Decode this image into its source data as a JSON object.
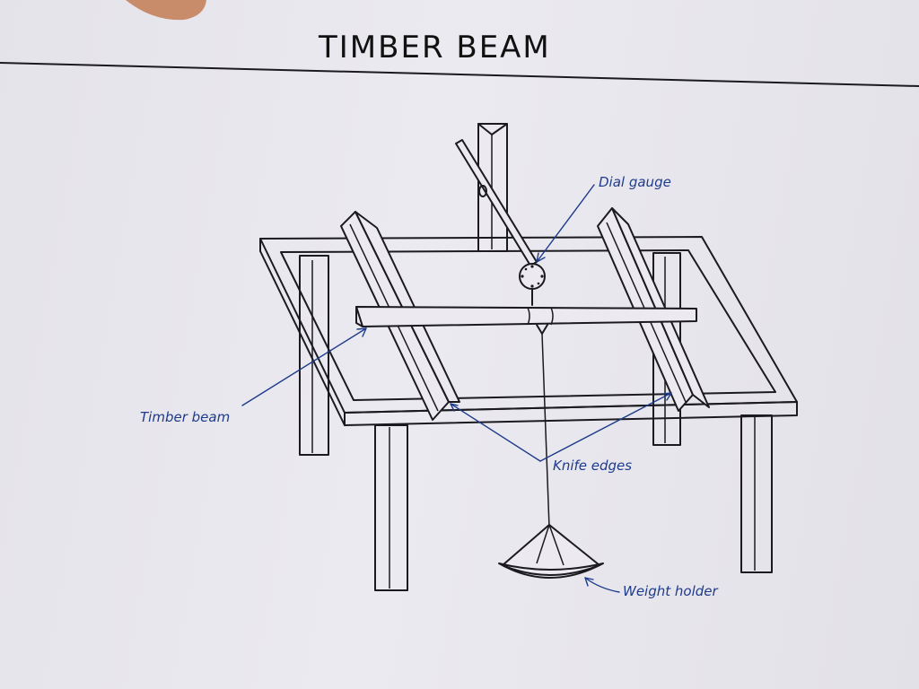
{
  "title": "TIMBER BEAM",
  "labels": {
    "dial_gauge": "Dial gauge",
    "timber_beam": "Timber beam",
    "knife_edges": "Knife edges",
    "weight_holder": "Weight holder"
  },
  "colors": {
    "ink": "#1b1b1f",
    "annotation": "#1e3a8a",
    "paper": "#ebeaf0"
  }
}
